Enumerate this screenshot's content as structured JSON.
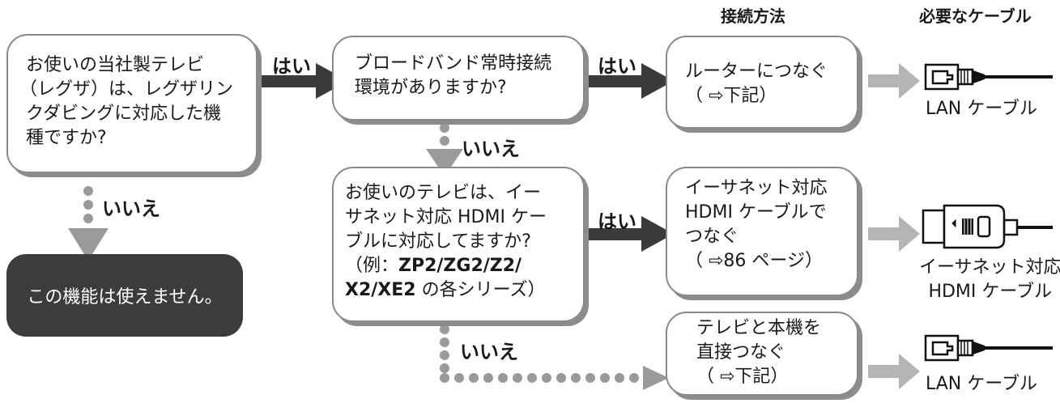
{
  "headers": {
    "method": "接続方法",
    "cable": "必要なケーブル"
  },
  "q1": {
    "lines": [
      "お使いの当社製テレビ",
      "（レグザ）は、レグザリン",
      "クダビングに対応した機",
      "種ですか?"
    ]
  },
  "q2": {
    "lines": [
      "ブロードバンド常時接続",
      "環境がありますか?"
    ]
  },
  "q3": {
    "lines": [
      "お使いのテレビは、イー",
      "サネット対応 HDMI ケー",
      "ブルに対応してますか?",
      "（例：",
      "ZP2/ZG2/Z2/",
      "X2/XE2",
      " の各シリーズ）"
    ]
  },
  "dead_end": "この機能は使えません。",
  "labels": {
    "yes": "はい",
    "no": "いいえ"
  },
  "methods": {
    "router": [
      "ルーターにつなぐ",
      "（ ⇨下記）"
    ],
    "hdmi": [
      "イーサネット対応",
      "HDMI ケーブルで",
      "つなぐ",
      "（ ⇨86 ページ）"
    ],
    "direct": [
      "テレビと本機を",
      "直接つなぐ",
      "（ ⇨下記）"
    ]
  },
  "cables": {
    "lan": "LAN ケーブル",
    "hdmi": [
      "イーサネット対応",
      "HDMI ケーブル"
    ],
    "lan2": "LAN ケーブル"
  }
}
